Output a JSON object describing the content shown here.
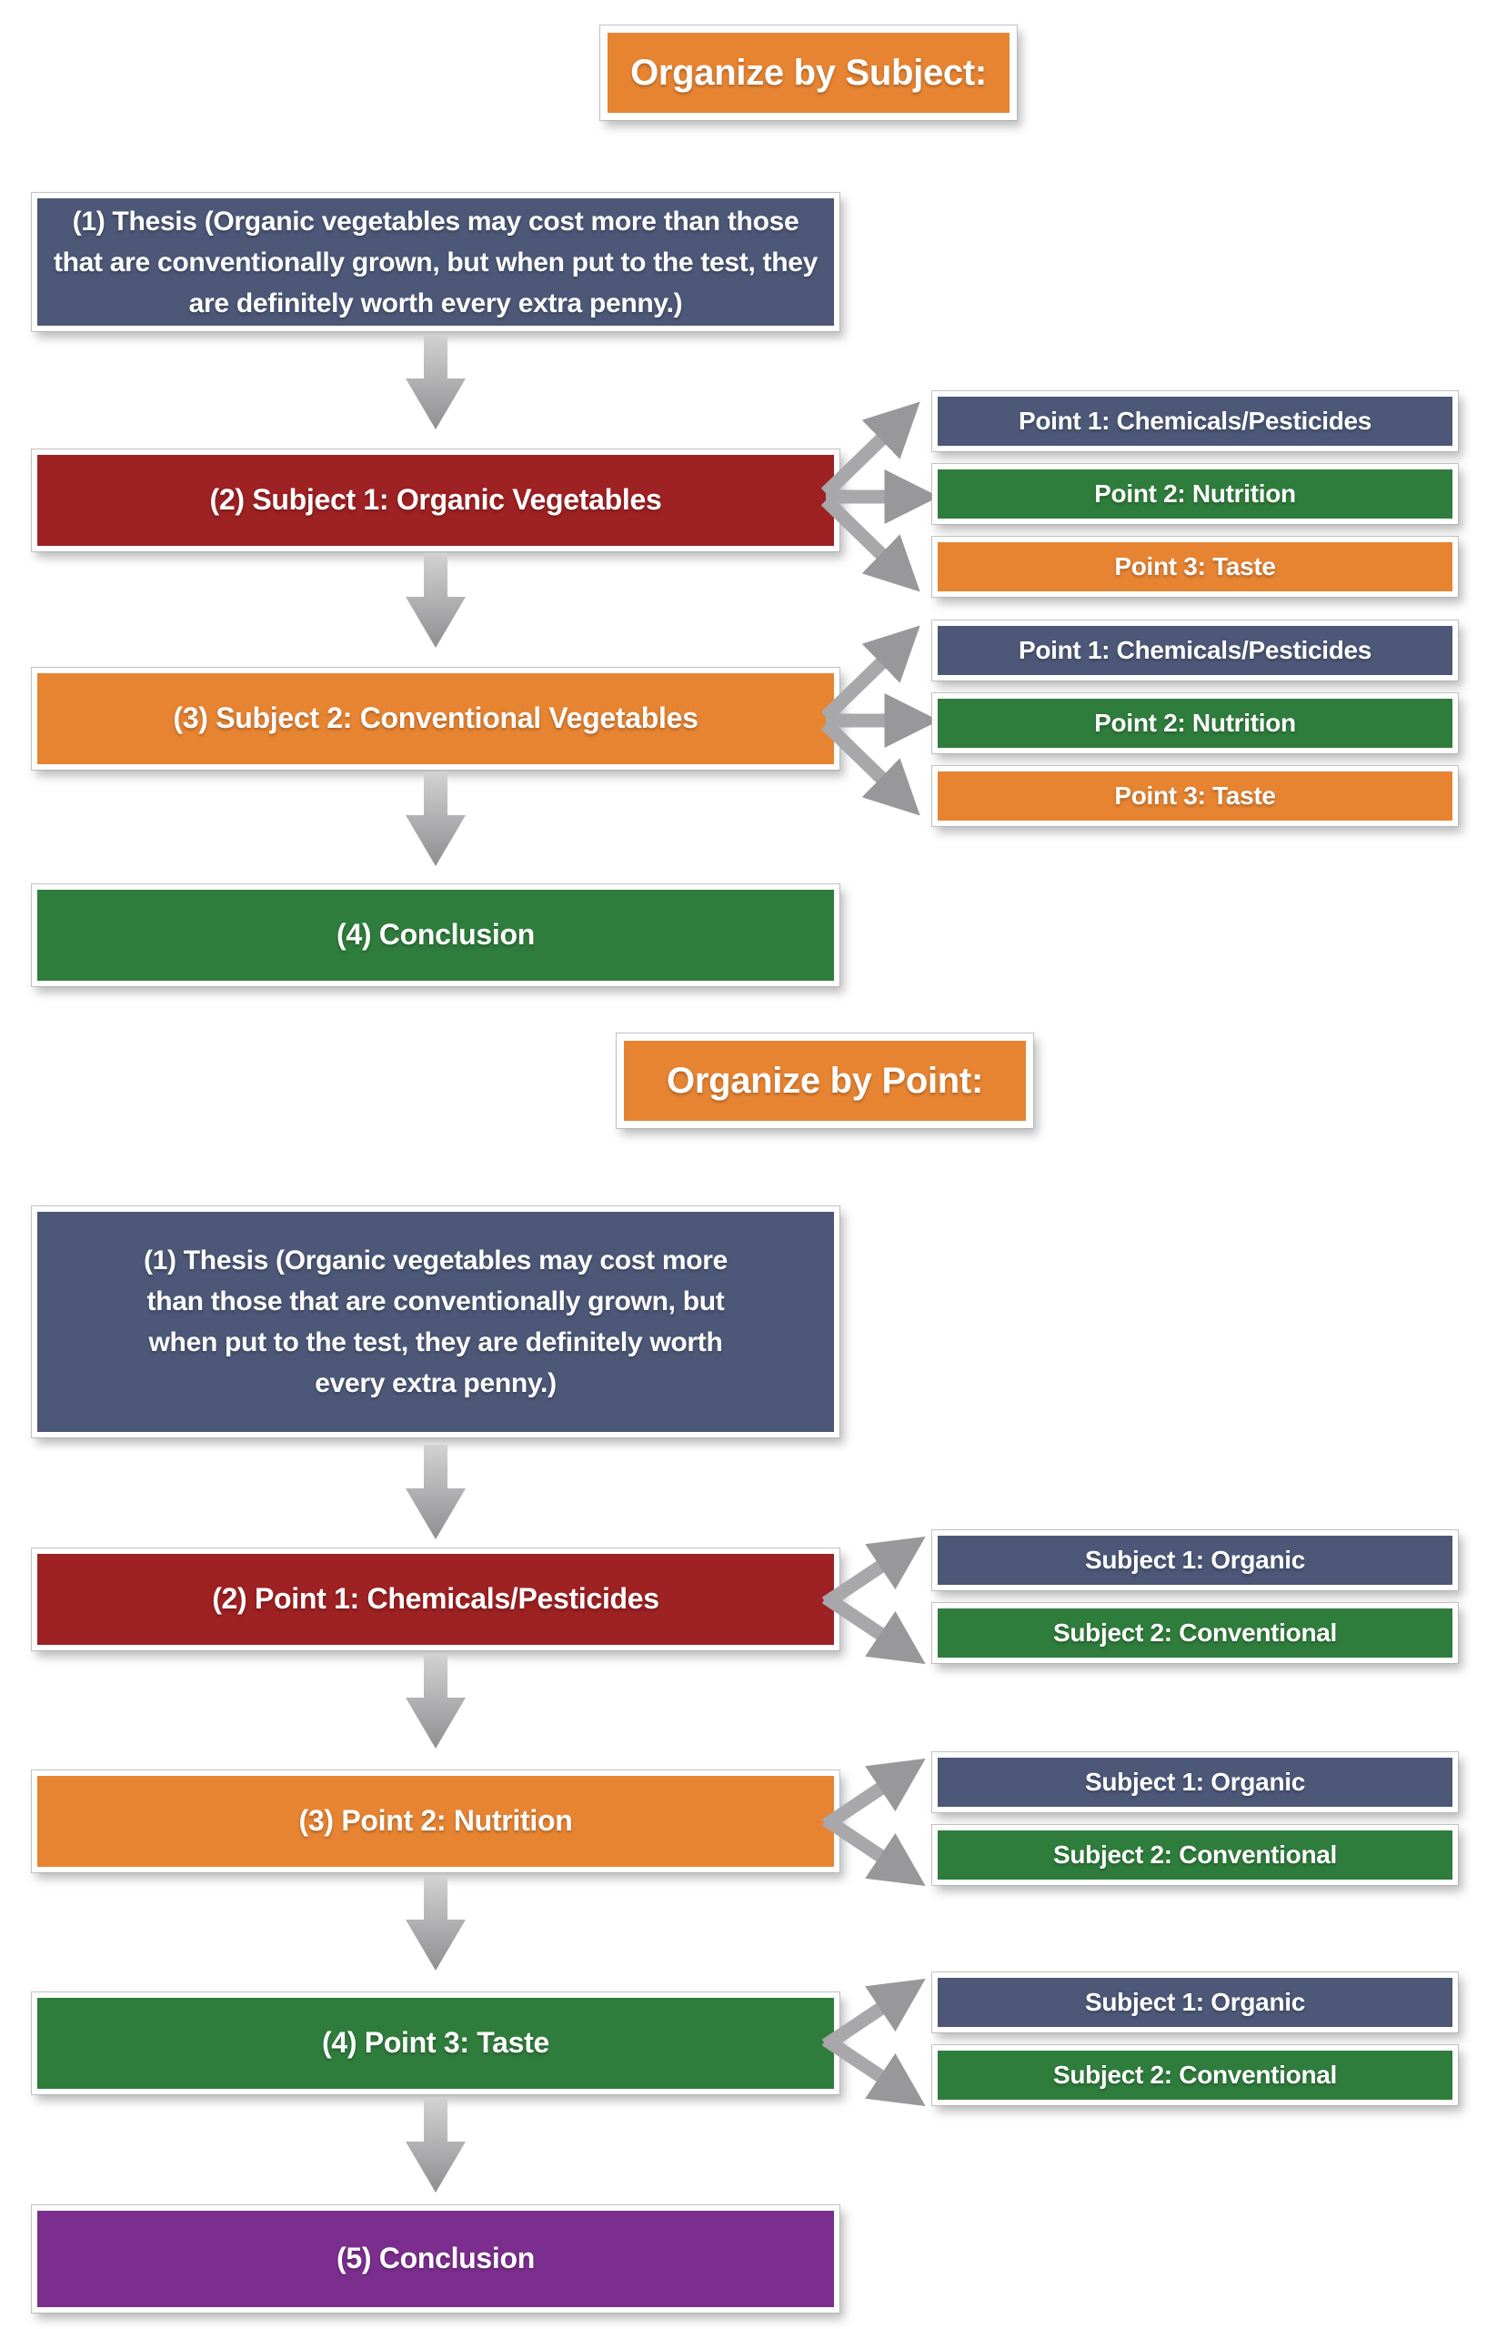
{
  "colors": {
    "slate_blue": "#4d5878",
    "dark_red": "#9e2123",
    "green": "#2f7d3c",
    "orange": "#e78432",
    "purple": "#7c2e8f",
    "arrow_gray": "#a8a8ab",
    "text_white": "#ffffff"
  },
  "icons": {
    "down_arrow": "down-arrow-icon",
    "fan_arrow": "fan-arrow-icon"
  },
  "organize_by_subject": {
    "title": "Organize by Subject:",
    "thesis": "(1) Thesis (Organic vegetables may cost more than those that are conventionally grown, but when put to the test, they are definitely worth every extra penny.)",
    "subjects": [
      {
        "label": "(2) Subject 1: Organic Vegetables",
        "points": [
          "Point 1: Chemicals/Pesticides",
          "Point 2: Nutrition",
          "Point 3: Taste"
        ]
      },
      {
        "label": "(3) Subject 2: Conventional Vegetables",
        "points": [
          "Point 1: Chemicals/Pesticides",
          "Point 2: Nutrition",
          "Point 3: Taste"
        ]
      }
    ],
    "conclusion": "(4) Conclusion"
  },
  "organize_by_point": {
    "title": "Organize by Point:",
    "thesis": "(1) Thesis (Organic vegetables may cost more than those that are conventionally grown, but when put to the test, they are definitely worth every extra penny.)",
    "points": [
      {
        "label": "(2) Point 1: Chemicals/Pesticides",
        "subjects": [
          "Subject 1: Organic",
          "Subject 2: Conventional"
        ]
      },
      {
        "label": "(3) Point 2: Nutrition",
        "subjects": [
          "Subject 1: Organic",
          "Subject 2: Conventional"
        ]
      },
      {
        "label": "(4) Point 3: Taste",
        "subjects": [
          "Subject 1: Organic",
          "Subject 2: Conventional"
        ]
      }
    ],
    "conclusion": "(5) Conclusion"
  }
}
